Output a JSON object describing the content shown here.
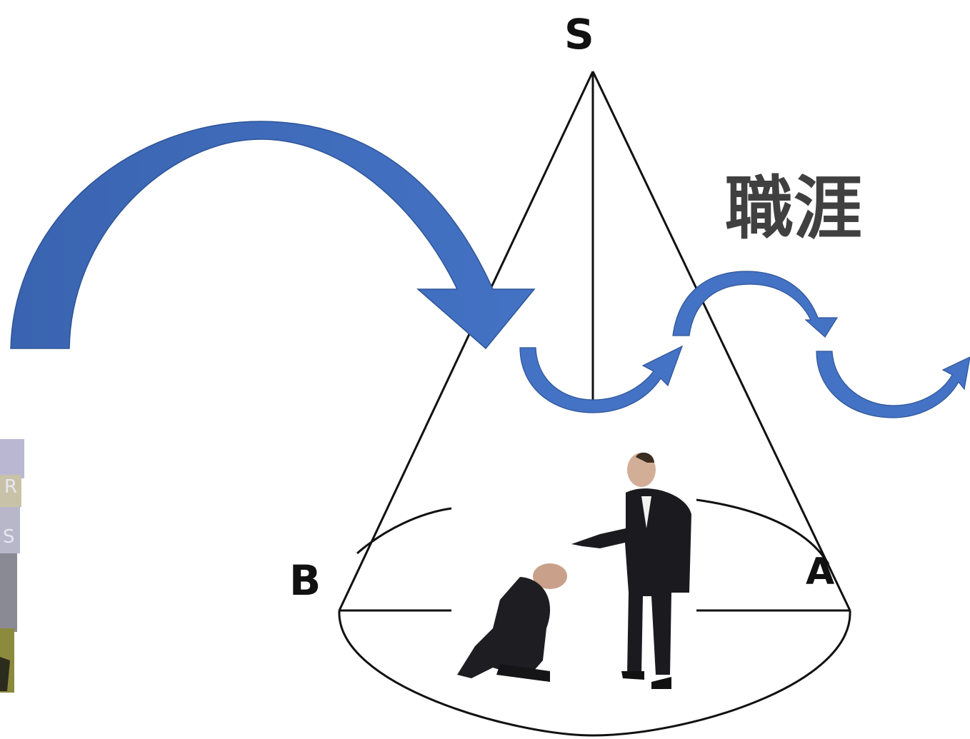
{
  "diagram": {
    "title": "職涯",
    "labels": {
      "apex": "S",
      "left_point": "B",
      "right_point": "A"
    },
    "image_left_fragment_letters": [
      "R",
      "S"
    ],
    "colors": {
      "arrow_fill": "#4472C4",
      "arrow_dark": "#2F5597",
      "cone_line": "#111111",
      "title": "#404040"
    }
  }
}
